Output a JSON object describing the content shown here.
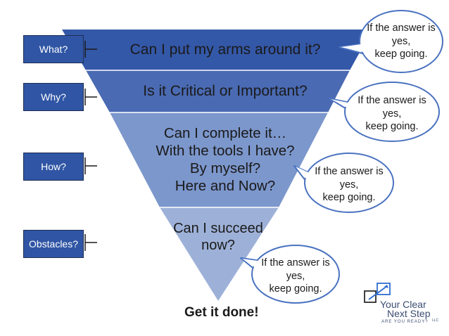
{
  "side_labels": {
    "what": "What?",
    "why": "Why?",
    "how": "How?",
    "obstacles": "Obstacles?"
  },
  "tiers": {
    "tier1": [
      "Can I put my arms around it?"
    ],
    "tier2": [
      "Is it Critical or Important?"
    ],
    "tier3": [
      "Can I complete it…",
      "With the tools I have?",
      "By myself?",
      "Here and Now?"
    ],
    "tier4": [
      "Can I succeed",
      "now?"
    ]
  },
  "bubble": {
    "line1": "If the answer is",
    "line2": "yes,",
    "line3": "keep going."
  },
  "final_step": "Get it done!",
  "logo": {
    "line1": "Your Clear",
    "line2": "Next Step",
    "tagline": "ARE YOU READY?",
    "mark": "LLC"
  },
  "colors": {
    "tier1": "#3458a8",
    "tier2": "#4a6ab3",
    "tier3": "#7c97cc",
    "tier4": "#9db1d8",
    "label_box": "#2f55a4",
    "bubble_border": "#4a72c0"
  }
}
